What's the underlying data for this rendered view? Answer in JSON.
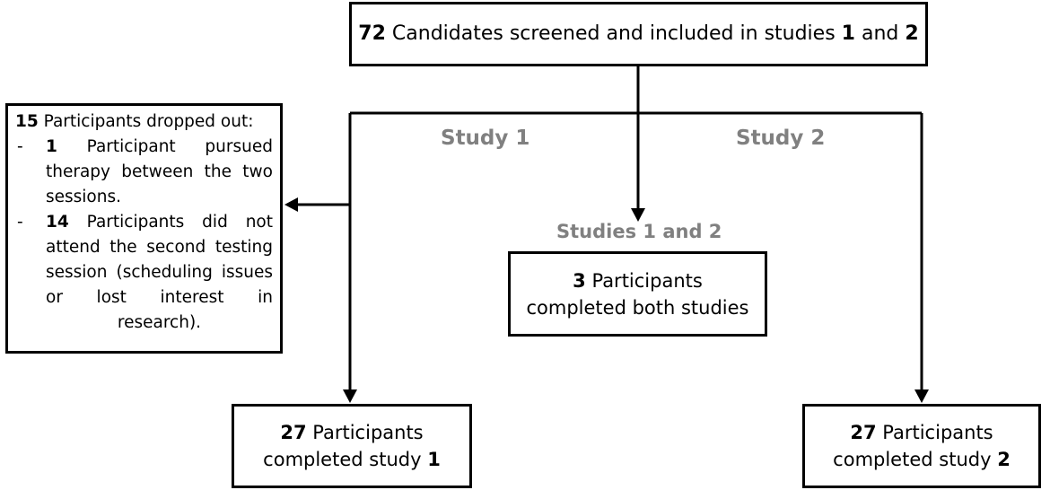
{
  "top_box": {
    "count": "72",
    "text_a": " Candidates screened and included in studies ",
    "study_a": "1",
    "text_b": " and ",
    "study_b": "2"
  },
  "labels": {
    "study1": "Study 1",
    "study2": "Study 2",
    "both": "Studies 1 and 2"
  },
  "dropout_box": {
    "count": "15",
    "heading": " Participants dropped out:",
    "items": [
      {
        "dash": "-",
        "count": "1",
        "text": " Participant pursued therapy between the two sessions."
      },
      {
        "dash": "-",
        "count": "14",
        "text": " Participants did not attend the second testing session (scheduling issues or lost interest in research)."
      }
    ]
  },
  "both_box": {
    "count": "3",
    "line1": " Participants",
    "line2": "completed both studies"
  },
  "study1_box": {
    "count": "27",
    "line1": " Participants",
    "line2": "completed study ",
    "study": "1"
  },
  "study2_box": {
    "count": "27",
    "line1": " Participants",
    "line2": "completed study ",
    "study": "2"
  },
  "colors": {
    "line": "#000000",
    "study_label": "#808080",
    "background": "#ffffff"
  }
}
